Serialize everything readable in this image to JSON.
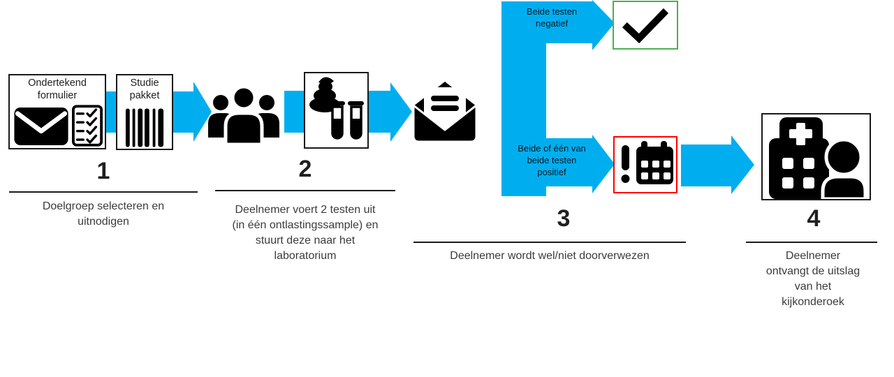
{
  "steps": [
    {
      "number": "1",
      "caption": "Doelgroep selecteren en\nuitnodigen"
    },
    {
      "number": "2",
      "caption": "Deelnemer voert 2 testen uit\n(in één ontlastingssample) en\nstuurt deze naar het\nlaboratorium"
    },
    {
      "number": "3",
      "caption": "Deelnemer wordt wel/niet doorverwezen"
    },
    {
      "number": "4",
      "caption": "Deelnemer\nontvangt de uitslag\nvan het\nkijkonderoek"
    }
  ],
  "boxes": {
    "signed_form": {
      "label": "Ondertekend\nformulier"
    },
    "study_packet": {
      "label": "Studie\npakket"
    }
  },
  "branch": {
    "negative": "Beide testen\nnegatief",
    "positive": "Beide of één van\nbeide testen\npositief"
  },
  "colors": {
    "arrow_blue": "#00AEEF",
    "negative_green": "#4CAF50",
    "positive_red": "#FF0000",
    "icon_black": "#000000",
    "caption_text": "#3B3B3B"
  },
  "icons": [
    "envelope-icon",
    "checklist-icon",
    "barcode-icon",
    "users-icon",
    "poop-icon",
    "test-tubes-icon",
    "envelope-open-icon",
    "checkmark-icon",
    "exclamation-icon",
    "calendar-icon",
    "hospital-icon",
    "person-icon"
  ]
}
